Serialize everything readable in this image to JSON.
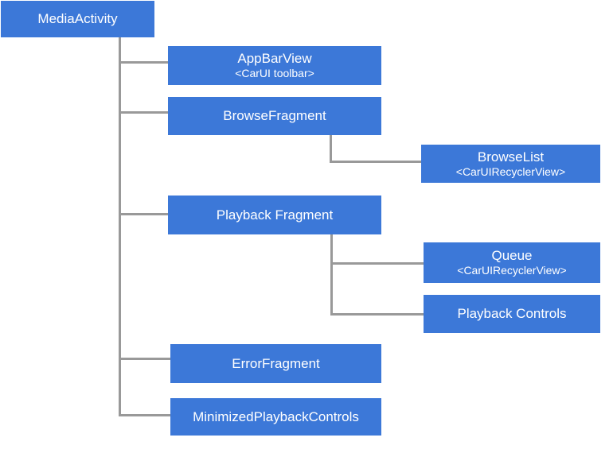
{
  "colors": {
    "node_fill": "#3c78d8",
    "node_text": "#ffffff",
    "connector": "#999999",
    "background": "#ffffff"
  },
  "nodes": [
    {
      "id": "media-activity",
      "label": "MediaActivity",
      "sublabel": ""
    },
    {
      "id": "app-bar-view",
      "label": "AppBarView",
      "sublabel": "<CarUI toolbar>"
    },
    {
      "id": "browse-fragment",
      "label": "BrowseFragment",
      "sublabel": ""
    },
    {
      "id": "browse-list",
      "label": "BrowseList",
      "sublabel": "<CarUIRecyclerView>"
    },
    {
      "id": "playback-fragment",
      "label": "Playback Fragment",
      "sublabel": ""
    },
    {
      "id": "queue",
      "label": "Queue",
      "sublabel": "<CarUIRecyclerView>"
    },
    {
      "id": "playback-controls",
      "label": "Playback Controls",
      "sublabel": ""
    },
    {
      "id": "error-fragment",
      "label": "ErrorFragment",
      "sublabel": ""
    },
    {
      "id": "minimized-playback-controls",
      "label": "MinimizedPlaybackControls",
      "sublabel": ""
    }
  ],
  "hierarchy": {
    "MediaActivity": [
      "AppBarView",
      "BrowseFragment",
      "Playback Fragment",
      "ErrorFragment",
      "MinimizedPlaybackControls"
    ],
    "BrowseFragment": [
      "BrowseList"
    ],
    "Playback Fragment": [
      "Queue",
      "Playback Controls"
    ]
  }
}
